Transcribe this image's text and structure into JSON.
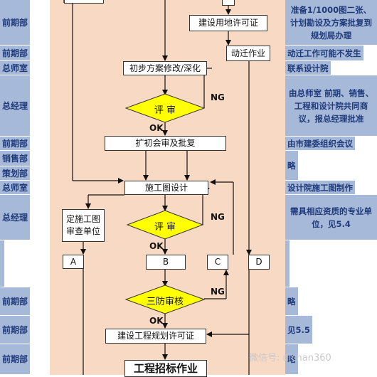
{
  "departments": [
    "前期部",
    "前期部",
    "总师室",
    "总经理",
    "前期部",
    "销售部",
    "策划部",
    "总师室",
    "总经理",
    "",
    "前期部",
    "前期部",
    "前期部"
  ],
  "notes": [
    "准备1/1000图二张、计划勘设及方案批复到规划局办理",
    "动迁工作可能不发生",
    "联系设计院",
    "由总师室 前期、销售、工程和设计院共同商议，报总经理批准",
    "由市建委组织会议",
    "略",
    "设计院施工图制作",
    "需具相应资质的专业单位，见5.4",
    "",
    "略",
    "见5.5",
    "略"
  ],
  "flow": {
    "land_permit": "建设用地许可证",
    "relocation": "动迁作业",
    "prelim_design": "初步方案修改/深化",
    "review1": "评 审",
    "expanded_approval": "扩初会审及批复",
    "construction_drawing": "施工图设计",
    "review_unit": "定施工图审查单位",
    "review2": "评 审",
    "node_a": "A",
    "node_b": "B",
    "node_c": "C",
    "node_d": "D",
    "triple_review": "三防审核",
    "planning_permit": "建设工程规划许可证",
    "bidding": "工程招标作业",
    "ng": "NG",
    "ok": "OK"
  },
  "watermark": "微信号: dichan360",
  "colors": {
    "side": "#a7b9d9",
    "flow_bg": "#f8d9c3",
    "diamond": "#ffff00",
    "text": "#1f3a7a"
  }
}
